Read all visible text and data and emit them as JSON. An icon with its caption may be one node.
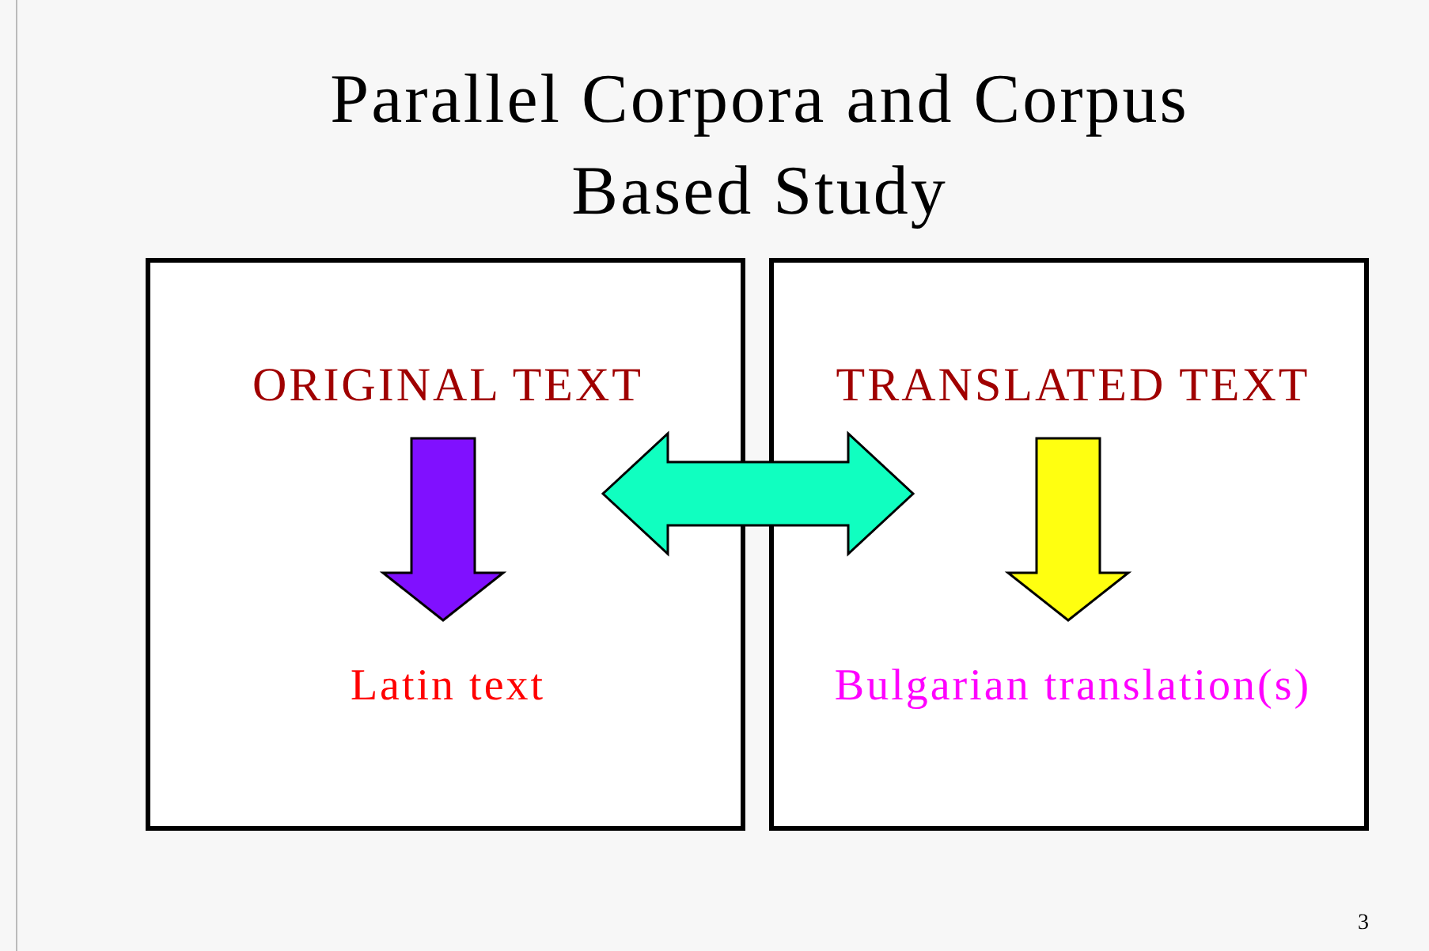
{
  "diagram": {
    "title": "Parallel Corpora and Corpus Based Study",
    "nodes": [
      {
        "text": [],
        "shape": "box"
      },
      {
        "text": [
          "ORIGINAL TEXT"
        ],
        "in": 0
      },
      {
        "text": [
          "Latin text"
        ],
        "in": 0
      },
      {
        "text": [],
        "shape": "box"
      },
      {
        "text": [
          "TRANSLATED TEXT"
        ],
        "in": 3
      },
      {
        "text": [
          "Bulgarian translation(s)"
        ],
        "in": 3
      }
    ],
    "edges": [
      {
        "from": 1,
        "to": 2,
        "arrow": "to",
        "style": "thick",
        "color": "#8010ff"
      },
      {
        "from": 0,
        "to": 3,
        "arrow": "both",
        "style": "thick",
        "color": "#10ffc0"
      },
      {
        "from": 4,
        "to": 5,
        "arrow": "to",
        "style": "thick",
        "color": "#ffff10"
      }
    ],
    "labels": [
      "3"
    ]
  }
}
